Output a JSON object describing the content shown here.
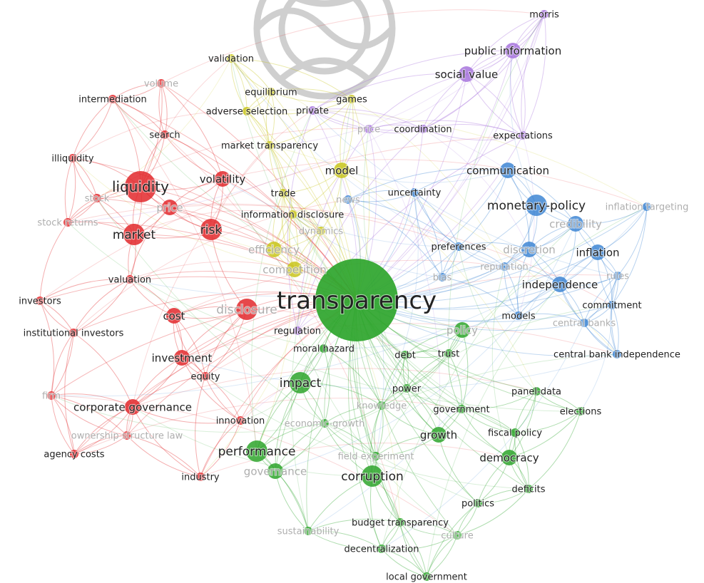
{
  "colors": {
    "red": "#e2282b",
    "yellow": "#c9c51c",
    "green": "#2ea52c",
    "blue": "#3e86d4",
    "purple": "#a774dd",
    "text": "#222222",
    "faded": "#9a9a9a"
  },
  "watermark": "seal-watermark",
  "clusters": [
    {
      "name": "red",
      "terms": [
        {
          "label": "liquidity",
          "size": "xl"
        },
        {
          "label": "market",
          "size": "l"
        },
        {
          "label": "risk",
          "size": "l"
        },
        {
          "label": "volatility",
          "size": "m"
        },
        {
          "label": "cost",
          "size": "m"
        },
        {
          "label": "investment",
          "size": "m"
        },
        {
          "label": "corporate governance",
          "size": "m"
        },
        {
          "label": "intermediation",
          "size": "s"
        },
        {
          "label": "search",
          "size": "s"
        },
        {
          "label": "illiquidity",
          "size": "s"
        },
        {
          "label": "valuation",
          "size": "s"
        },
        {
          "label": "investors",
          "size": "s"
        },
        {
          "label": "institutional investors",
          "size": "s"
        },
        {
          "label": "equity",
          "size": "s"
        },
        {
          "label": "innovation",
          "size": "s"
        },
        {
          "label": "agency costs",
          "size": "s"
        },
        {
          "label": "industry",
          "size": "s"
        },
        {
          "label": "firm",
          "size": "s",
          "faded": true
        },
        {
          "label": "ownership structure law",
          "size": "s",
          "faded": true
        },
        {
          "label": "volume",
          "size": "s",
          "faded": true
        },
        {
          "label": "stock",
          "size": "s",
          "faded": true
        },
        {
          "label": "stock returns",
          "size": "s",
          "faded": true
        },
        {
          "label": "price",
          "size": "m",
          "faded": true
        },
        {
          "label": "disclosure",
          "size": "l",
          "faded": true
        }
      ]
    },
    {
      "name": "yellow",
      "terms": [
        {
          "label": "validation",
          "size": "s"
        },
        {
          "label": "equilibrium",
          "size": "s"
        },
        {
          "label": "adverse selection",
          "size": "s"
        },
        {
          "label": "games",
          "size": "s"
        },
        {
          "label": "market transparency",
          "size": "s"
        },
        {
          "label": "model",
          "size": "m"
        },
        {
          "label": "trade",
          "size": "s"
        },
        {
          "label": "information disclosure",
          "size": "s"
        },
        {
          "label": "efficiency",
          "size": "m",
          "faded": true
        },
        {
          "label": "competition",
          "size": "m",
          "faded": true
        },
        {
          "label": "dynamics",
          "size": "s",
          "faded": true
        }
      ]
    },
    {
      "name": "purple",
      "terms": [
        {
          "label": "morris",
          "size": "s"
        },
        {
          "label": "public information",
          "size": "m"
        },
        {
          "label": "social value",
          "size": "m"
        },
        {
          "label": "private",
          "size": "s"
        },
        {
          "label": "coordination",
          "size": "s"
        },
        {
          "label": "expectations",
          "size": "s"
        },
        {
          "label": "regulation",
          "size": "s"
        },
        {
          "label": "price",
          "size": "s",
          "faded": true
        }
      ]
    },
    {
      "name": "blue",
      "terms": [
        {
          "label": "communication",
          "size": "m"
        },
        {
          "label": "monetary-policy",
          "size": "l"
        },
        {
          "label": "inflation targeting",
          "size": "s",
          "faded": true
        },
        {
          "label": "uncertainty",
          "size": "s"
        },
        {
          "label": "news",
          "size": "s",
          "faded": true
        },
        {
          "label": "credibility",
          "size": "m",
          "faded": true
        },
        {
          "label": "preferences",
          "size": "s"
        },
        {
          "label": "discretion",
          "size": "m",
          "faded": true
        },
        {
          "label": "inflation",
          "size": "m"
        },
        {
          "label": "reputation",
          "size": "s",
          "faded": true
        },
        {
          "label": "bias",
          "size": "s",
          "faded": true
        },
        {
          "label": "rules",
          "size": "s",
          "faded": true
        },
        {
          "label": "independence",
          "size": "m"
        },
        {
          "label": "commitment",
          "size": "s"
        },
        {
          "label": "models",
          "size": "s"
        },
        {
          "label": "central banks",
          "size": "s",
          "faded": true
        },
        {
          "label": "central bank independence",
          "size": "s"
        }
      ]
    },
    {
      "name": "green",
      "terms": [
        {
          "label": "transparency",
          "size": "xxl"
        },
        {
          "label": "policy",
          "size": "m",
          "faded": true
        },
        {
          "label": "impact",
          "size": "l"
        },
        {
          "label": "moral hazard",
          "size": "s"
        },
        {
          "label": "debt",
          "size": "s"
        },
        {
          "label": "trust",
          "size": "s"
        },
        {
          "label": "power",
          "size": "s"
        },
        {
          "label": "panel-data",
          "size": "s"
        },
        {
          "label": "knowledge",
          "size": "s",
          "faded": true
        },
        {
          "label": "government",
          "size": "s"
        },
        {
          "label": "elections",
          "size": "s"
        },
        {
          "label": "economic-growth",
          "size": "s",
          "faded": true
        },
        {
          "label": "growth",
          "size": "m"
        },
        {
          "label": "fiscal policy",
          "size": "s"
        },
        {
          "label": "performance",
          "size": "l"
        },
        {
          "label": "field experiment",
          "size": "s",
          "faded": true
        },
        {
          "label": "democracy",
          "size": "m"
        },
        {
          "label": "governance",
          "size": "m",
          "faded": true
        },
        {
          "label": "corruption",
          "size": "l"
        },
        {
          "label": "deficits",
          "size": "s"
        },
        {
          "label": "politics",
          "size": "s"
        },
        {
          "label": "budget transparency",
          "size": "s"
        },
        {
          "label": "sustainability",
          "size": "s",
          "faded": true
        },
        {
          "label": "culture",
          "size": "s",
          "faded": true
        },
        {
          "label": "decentralization",
          "size": "s"
        },
        {
          "label": "local government",
          "size": "s"
        }
      ]
    }
  ]
}
